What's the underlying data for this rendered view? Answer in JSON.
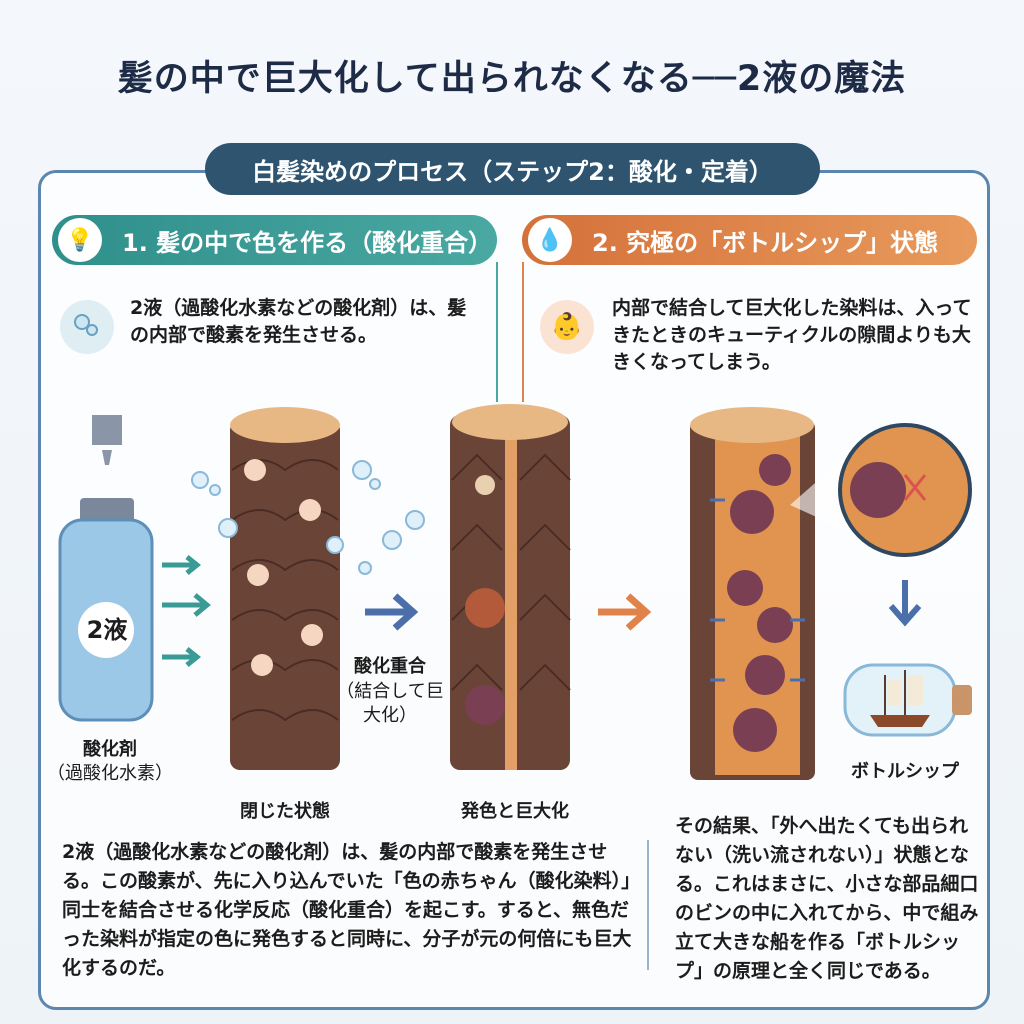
{
  "title": "髪の中で巨大化して出られなくなる──2液の魔法",
  "banner": "白髪染めのプロセス（ステップ2：酸化・定着）",
  "section1": {
    "header": "1. 髪の中で色を作る（酸化重合）",
    "icon": "lightbulb-icon",
    "description": "2液（過酸化水素などの酸化剤）は、髪の内部で酸素を発生させる。"
  },
  "section2": {
    "header": "2. 究極の「ボトルシップ」状態",
    "icon": "droplet-icon",
    "description": "内部で結合して巨大化した染料は、入ってきたときのキューティクルの隙間よりも大きくなってしまう。"
  },
  "labels": {
    "bottle": "2液",
    "oxidizer": "酸化剤",
    "oxidizer_sub": "（過酸化水素）",
    "closed": "閉じた状態",
    "reaction": "酸化重合",
    "reaction_sub": "（結合して巨大化）",
    "color_growth": "発色と巨大化",
    "bottle_ship": "ボトルシップ"
  },
  "text_left": "2液（過酸化水素などの酸化剤）は、髪の内部で酸素を発生させる。この酸素が、先に入り込んでいた「色の赤ちゃん（酸化染料）」同士を結合させる化学反応（酸化重合）を起こす。すると、無色だった染料が指定の色に発色すると同時に、分子が元の何倍にも巨大化するのだ。",
  "text_right": "その結果、「外へ出たくても出られない（洗い流されない）」状態となる。これはまさに、小さな部品細口のビンの中に入れてから、中で組み立て大きな船を作る「ボトルシップ」の原理と全く同じである。",
  "colors": {
    "title": "#1d2b47",
    "banner": "#2e5470",
    "teal": "#3a9a95",
    "orange": "#e0834a",
    "hair": "#6b4438",
    "dye": "#7a3f52"
  }
}
